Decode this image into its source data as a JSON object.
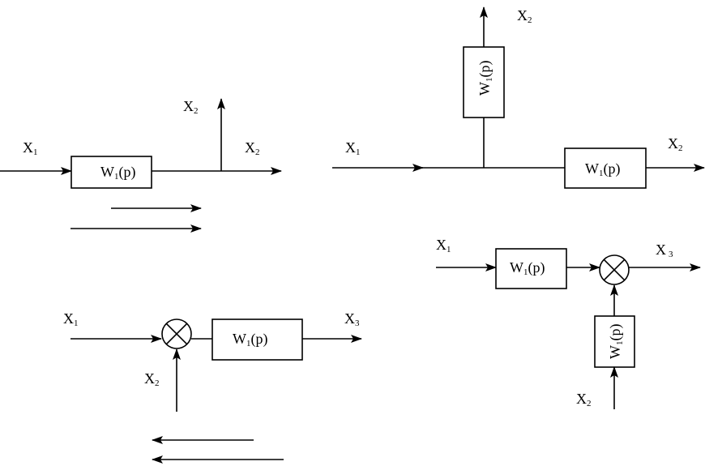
{
  "colors": {
    "stroke": "#000000",
    "background": "#ffffff"
  },
  "blocks": {
    "block_1": {
      "main": "W",
      "sub": "1",
      "tail": "(p)"
    },
    "block_2a": {
      "main": "W",
      "sub": "1",
      "tail": "(p)"
    },
    "block_2b": {
      "main": "W",
      "sub": "1",
      "tail": "(p)"
    },
    "block_3": {
      "main": "W",
      "sub": "1",
      "tail": "(p)"
    },
    "block_4a": {
      "main": "W",
      "sub": "1",
      "tail": "(p)"
    },
    "block_4b": {
      "main": "W",
      "sub": "1",
      "tail": "(p)"
    }
  },
  "labels": {
    "d1_x1": {
      "main": "X",
      "sub": "1"
    },
    "d1_x2_up": {
      "main": "X",
      "sub": "2"
    },
    "d1_x2_right": {
      "main": "X",
      "sub": "2"
    },
    "d2_x2_top": {
      "main": "X",
      "sub": "2"
    },
    "d2_x1": {
      "main": "X",
      "sub": "1"
    },
    "d2_x2_right": {
      "main": "X",
      "sub": "2"
    },
    "d3_x1": {
      "main": "X",
      "sub": "1"
    },
    "d3_x2": {
      "main": "X",
      "sub": "2"
    },
    "d3_x3": {
      "main": "X",
      "sub": "3"
    },
    "d4_x1": {
      "main": "X",
      "sub": "1"
    },
    "d4_x3": {
      "main": "X",
      "sub": "3"
    },
    "d4_x2": {
      "main": "X",
      "sub": "2"
    }
  }
}
